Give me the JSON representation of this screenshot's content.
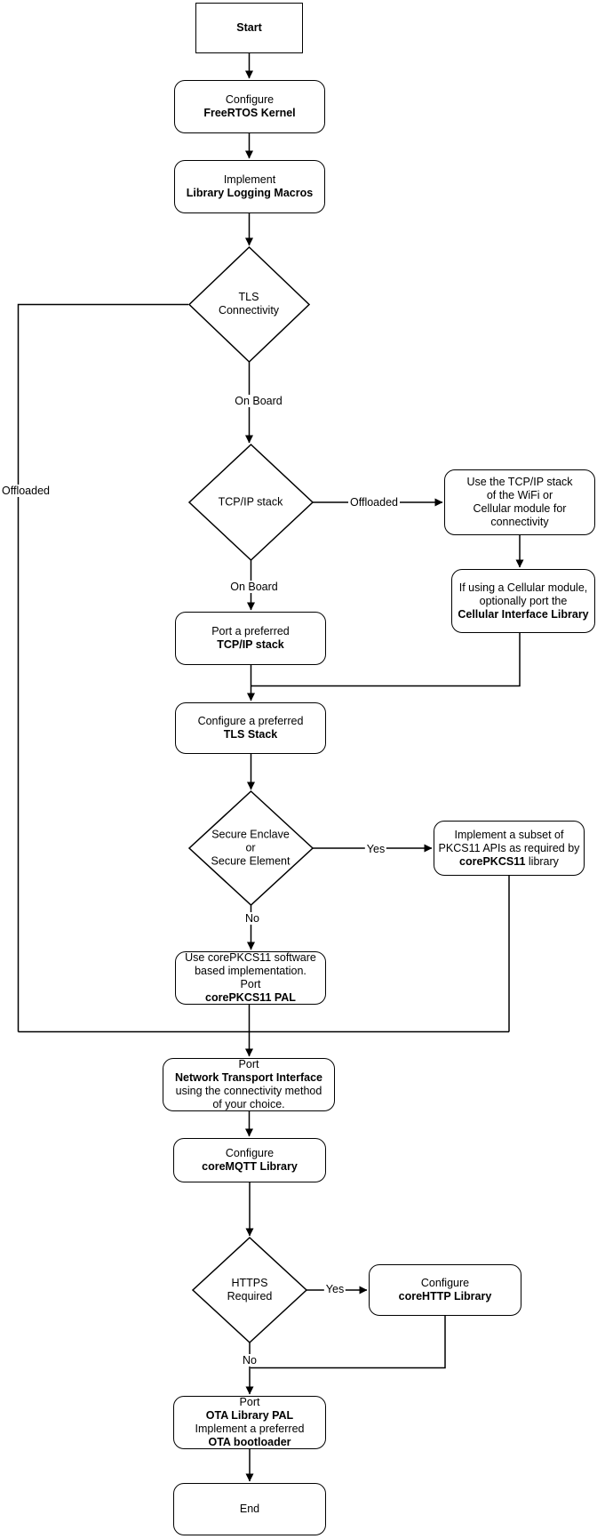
{
  "nodes": {
    "start": {
      "label": "Start"
    },
    "configure_kernel": {
      "l1": "Configure",
      "l2": "FreeRTOS Kernel"
    },
    "logging_macros": {
      "l1": "Implement",
      "l2": "Library Logging Macros"
    },
    "tls_connectivity": {
      "l1": "TLS",
      "l2": "Connectivity"
    },
    "tcpip_stack": {
      "l1": "TCP/IP stack"
    },
    "offloaded_tcpip": {
      "l1": "Use the TCP/IP stack",
      "l2": "of the WiFi or",
      "l3": "Cellular module for",
      "l4": "connectivity"
    },
    "cellular_interface": {
      "l1": "If using a Cellular module,",
      "l2": "optionally port the",
      "l3": "Cellular Interface Library"
    },
    "port_tcpip": {
      "l1": "Port a preferred",
      "l2": "TCP/IP stack"
    },
    "tls_stack": {
      "l1": "Configure a preferred",
      "l2": "TLS Stack"
    },
    "secure_enclave": {
      "l1": "Secure Enclave",
      "l2": "or",
      "l3": "Secure Element"
    },
    "pkcs11_subset": {
      "l1": "Implement a subset of",
      "l2": "PKCS11 APIs as required by",
      "l3a": "corePKCS11",
      "l3b": "library"
    },
    "pkcs11_pal": {
      "l1": "Use corePKCS11 software",
      "l2": "based implementation.",
      "l3": "Port",
      "l4": "corePKCS11 PAL"
    },
    "network_transport": {
      "l1": "Port",
      "l2": "Network Transport Interface",
      "l3": "using the connectivity method",
      "l4": "of your choice."
    },
    "coremqtt": {
      "l1": "Configure",
      "l2": "coreMQTT Library"
    },
    "https_required": {
      "l1": "HTTPS",
      "l2": "Required"
    },
    "corehttp": {
      "l1": "Configure",
      "l2": "coreHTTP Library"
    },
    "ota_pal": {
      "l1": "Port",
      "l2": "OTA Library PAL",
      "l3": "Implement a preferred",
      "l4": "OTA bootloader"
    },
    "end": {
      "label": "End"
    }
  },
  "edge_labels": {
    "tls_on_board": "On Board",
    "tls_offloaded": "Offloaded",
    "tcpip_offloaded": "Offloaded",
    "tcpip_on_board": "On Board",
    "secure_yes": "Yes",
    "secure_no": "No",
    "https_yes": "Yes",
    "https_no": "No"
  },
  "colors": {
    "stroke": "#000000",
    "fill": "#ffffff"
  }
}
